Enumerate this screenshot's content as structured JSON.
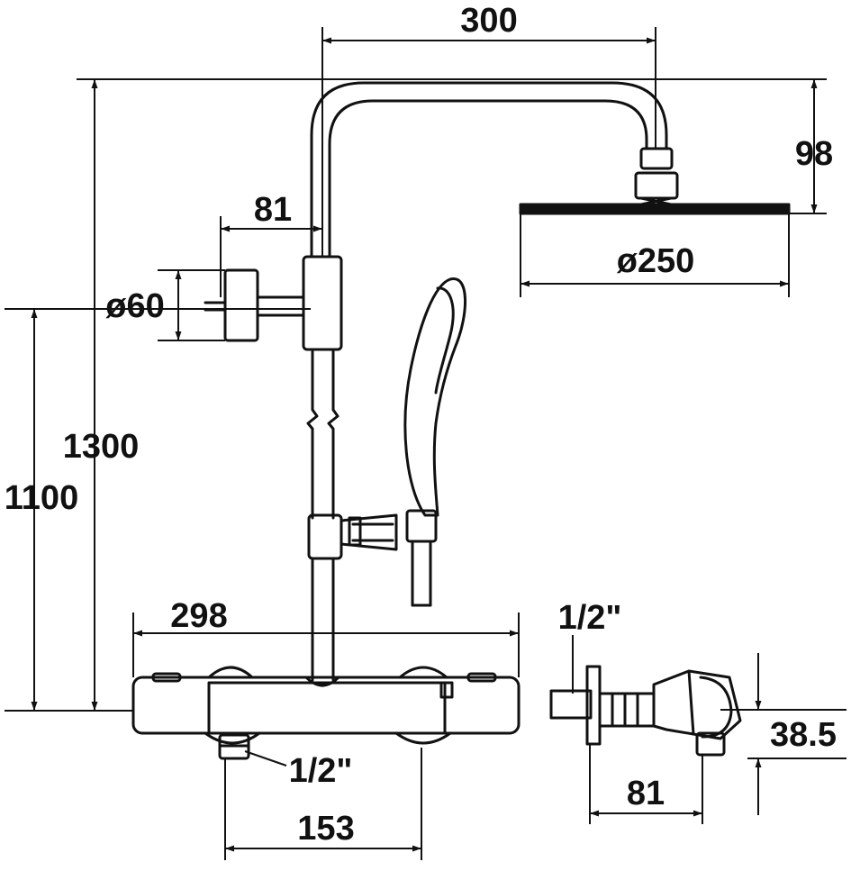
{
  "dimensions": {
    "arm_reach": "300",
    "head_drop": "98",
    "wall_bracket_offset": "81",
    "head_diameter": "ø250",
    "bracket_diameter": "ø60",
    "total_height": "1300",
    "mixer_height": "1100",
    "mixer_width": "298",
    "inlet_thread_top": "1/2\"",
    "inlet_thread_bottom": "1/2\"",
    "inlet_spacing": "153",
    "mixer_depth": "38.5",
    "side_offset": "81"
  },
  "colors": {
    "line": "#111111",
    "background": "#ffffff"
  }
}
